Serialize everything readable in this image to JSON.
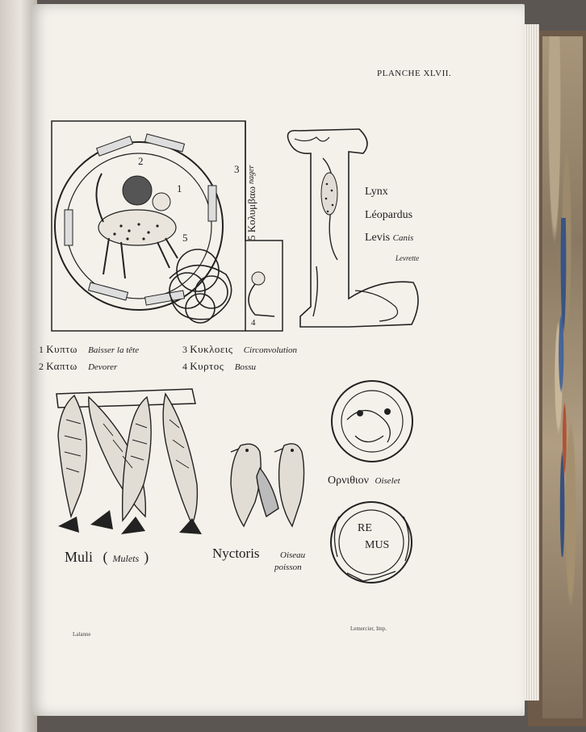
{
  "plate": {
    "title": "PLANCHE XLVII."
  },
  "figure_q": {
    "numbers": [
      "1",
      "2",
      "3",
      "4",
      "5"
    ],
    "vertical_caption_greek": "Κολυμβαω",
    "vertical_caption_french": "nager",
    "vertical_caption_number": "5"
  },
  "captions": [
    {
      "num": "1",
      "greek": "Κυπτω",
      "french": "Baisser la tête"
    },
    {
      "num": "2",
      "greek": "Καπτω",
      "french": "Devorer"
    },
    {
      "num": "3",
      "greek": "Κυκλοεις",
      "french": "Circonvolution"
    },
    {
      "num": "4",
      "greek": "Κυρτος",
      "french": "Bossu"
    }
  ],
  "letter_l": {
    "words": [
      "Lynx",
      "Léopardus",
      "Levis"
    ],
    "levis_suffix": "Canis",
    "levrette": "Levrette"
  },
  "letter_m": {
    "word": "Muli",
    "translation": "Mulets"
  },
  "letter_n": {
    "word": "Nyctoris",
    "translation_1": "Oiseau",
    "translation_2": "poisson"
  },
  "letter_o": {
    "word": "Ορνιθιον",
    "translation": "Oiselet"
  },
  "roundel_r": {
    "line1": "RE",
    "line2": "MUS"
  },
  "footer": {
    "left": "Lalanne",
    "right": "Lemercier, Imp."
  },
  "colors": {
    "paper": "#f4f1ea",
    "ink": "#1e1e1e",
    "binding": "#6e5a49"
  }
}
